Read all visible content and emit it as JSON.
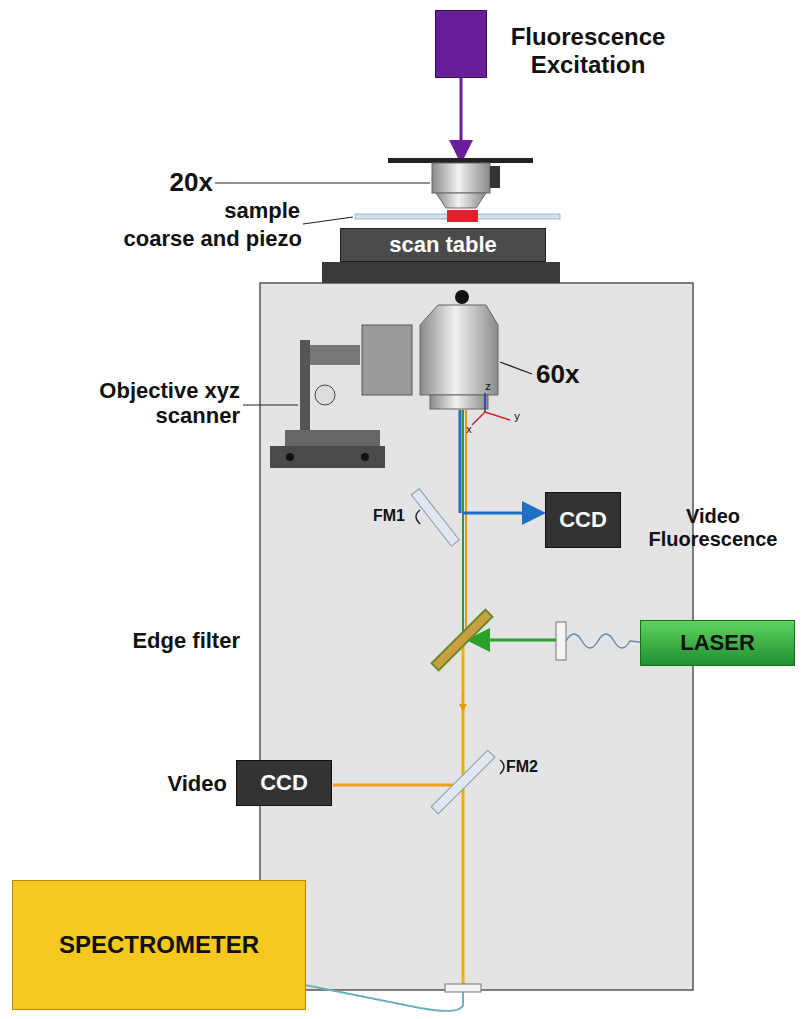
{
  "diagram": {
    "nodes": [
      {
        "text": [
          "Fluorescence Excitation"
        ]
      },
      {
        "text": [
          "scan table"
        ]
      },
      {
        "text": [
          "CCD",
          "Video Fluorescence"
        ]
      },
      {
        "text": [
          "LASER"
        ]
      },
      {
        "text": [
          "CCD",
          "Video"
        ]
      },
      {
        "text": [
          "SPECTROMETER"
        ]
      }
    ],
    "labels": [
      "20x",
      "sample",
      "coarse and piezo",
      "60x",
      "Objective xyz scanner",
      "FM1",
      "Edge filter",
      "FM2",
      "z",
      "y",
      "x"
    ]
  }
}
